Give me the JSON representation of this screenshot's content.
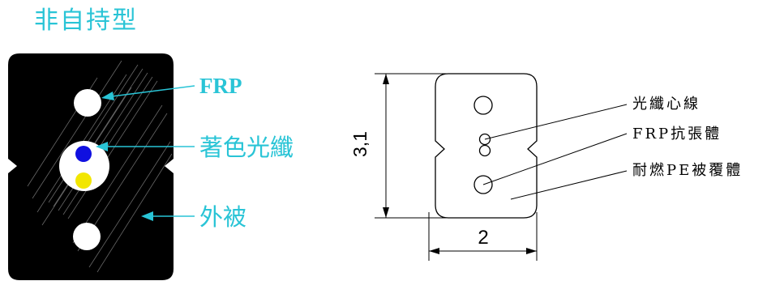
{
  "title": "非自持型",
  "left_labels": {
    "frp": "FRP",
    "colored_fiber": "著色光纖",
    "jacket": "外被"
  },
  "right_labels": {
    "fiber_core": "光纖心線",
    "frp_tension": "FRP抗張體",
    "pe_jacket": "耐燃PE被覆體"
  },
  "dimensions": {
    "height": "3,1",
    "width": "2"
  },
  "colors": {
    "accent": "#29c4d6",
    "cable_black": "#000000",
    "fiber_blue": "#1010e0",
    "fiber_yellow": "#f2e600",
    "line": "#000000"
  }
}
